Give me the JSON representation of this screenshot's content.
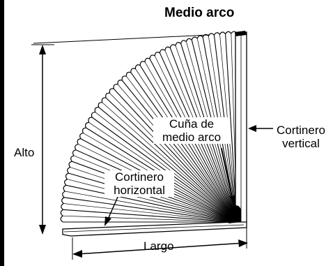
{
  "title": "Medio arco",
  "labels": {
    "alto": "Alto",
    "largo": "Largo",
    "cuna_line1": "Cuña de",
    "cuna_line2": "medio arco",
    "cortinero_vertical_line1": "Cortinero",
    "cortinero_vertical_line2": "vertical",
    "cortinero_horizontal_line1": "Cortinero",
    "cortinero_horizontal_line2": "horizontal"
  },
  "colors": {
    "ink": "#000000",
    "background": "#ffffff"
  }
}
